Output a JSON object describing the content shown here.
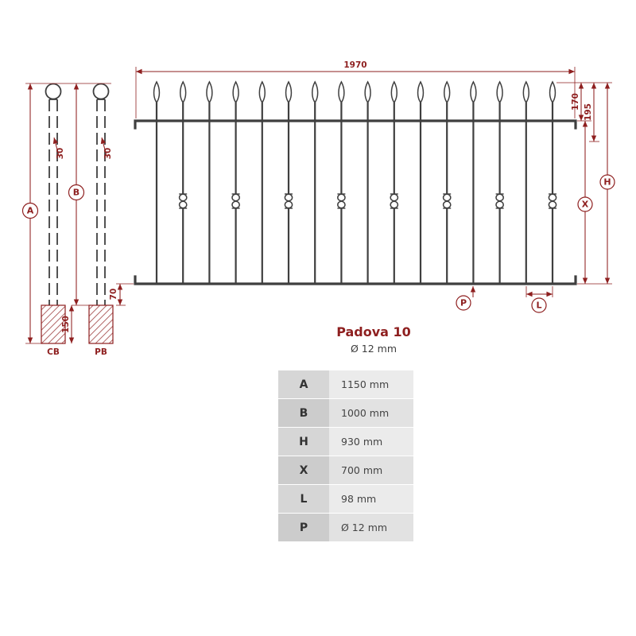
{
  "title": "Padova 10",
  "subtitle": "Ø 12 mm",
  "colors": {
    "accent": "#8e1f1f",
    "steel": "#3f3f3f"
  },
  "diagram": {
    "bar_count": 16,
    "panel_width_label": "1970",
    "dim_top_small": "170",
    "dim_top_small2": "195",
    "dim_30": "30",
    "dim_150": "150",
    "dim_70": "70",
    "label_A": "A",
    "label_B": "B",
    "label_H": "H",
    "label_X": "X",
    "label_P": "P",
    "label_L": "L",
    "post_left_label": "CB",
    "post_right_label": "PB"
  },
  "table": {
    "rows": [
      {
        "key": "A",
        "value": "1150 mm"
      },
      {
        "key": "B",
        "value": "1000 mm"
      },
      {
        "key": "H",
        "value": "930 mm"
      },
      {
        "key": "X",
        "value": "700 mm"
      },
      {
        "key": "L",
        "value": "98 mm"
      },
      {
        "key": "P",
        "value": "Ø 12 mm"
      }
    ]
  }
}
